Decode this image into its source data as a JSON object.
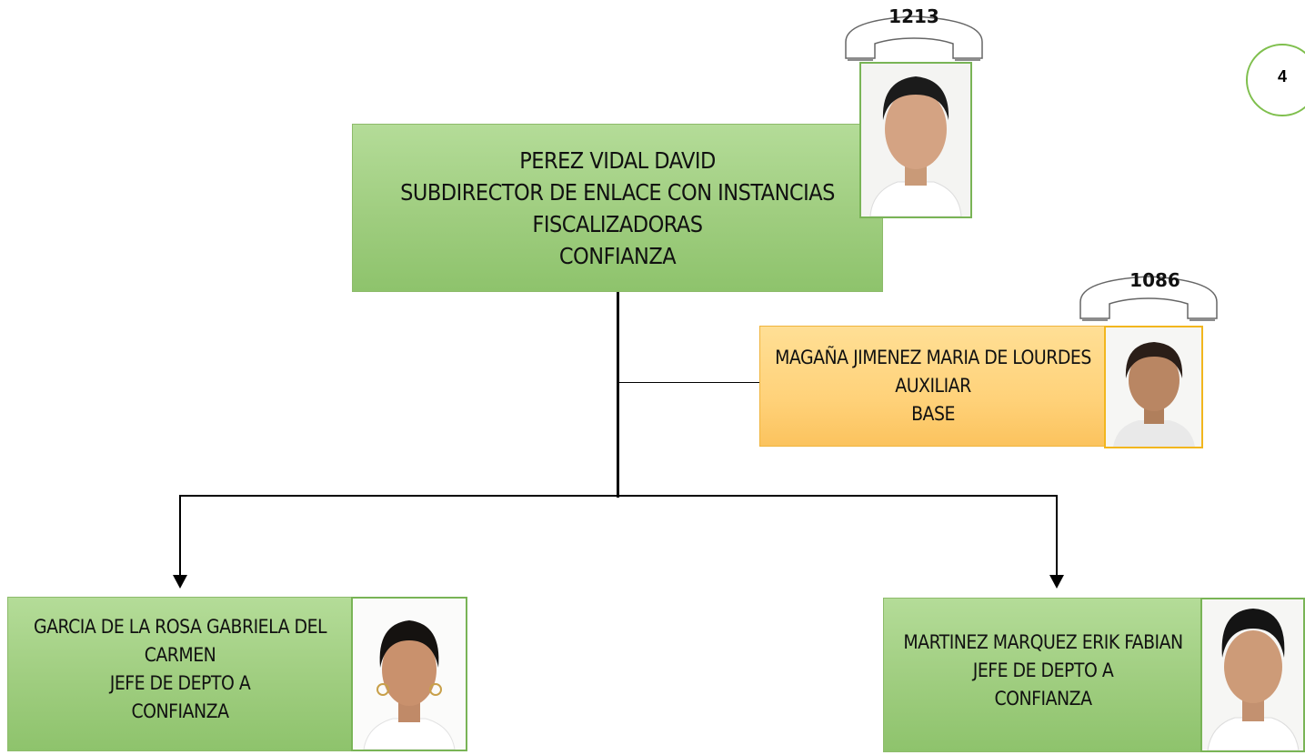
{
  "page_number": "4",
  "director": {
    "name": "PEREZ VIDAL DAVID",
    "title_line1": "SUBDIRECTOR DE ENLACE CON INSTANCIAS",
    "title_line2": "FISCALIZADORAS",
    "type": "CONFIANZA",
    "extension": "1213"
  },
  "assistant": {
    "name": "MAGAÑA JIMENEZ MARIA DE LOURDES",
    "title": "AUXILIAR",
    "type": "BASE",
    "extension": "1086"
  },
  "subordinates": [
    {
      "name_line1": "GARCIA DE LA ROSA GABRIELA DEL",
      "name_line2": "CARMEN",
      "title": "JEFE DE DEPTO A",
      "type": "CONFIANZA"
    },
    {
      "name_line1": "MARTINEZ MARQUEZ ERIK FABIAN",
      "title": "JEFE DE DEPTO A",
      "type": "CONFIANZA"
    }
  ],
  "colors": {
    "green_box": "#9fcd7f",
    "yellow_box": "#ffd27a",
    "green_border": "#79b456",
    "yellow_border": "#f2b61e"
  }
}
